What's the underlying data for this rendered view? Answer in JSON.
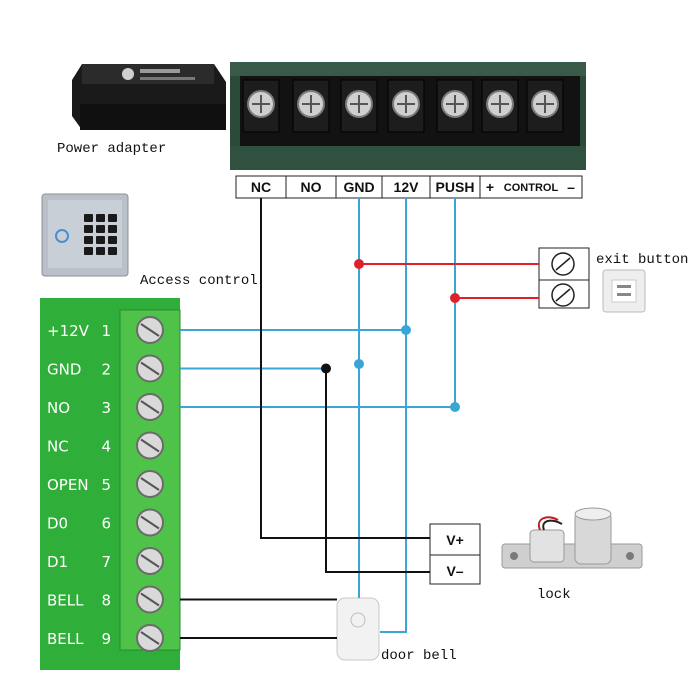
{
  "labels": {
    "power_adapter": "Power adapter",
    "access_control": "Access control",
    "exit_button": "exit button",
    "lock": "lock",
    "door_bell": "door bell"
  },
  "power_terminals": {
    "nc": "NC",
    "no": "NO",
    "gnd": "GND",
    "v12": "12V",
    "push": "PUSH",
    "plus": "+",
    "control": "CONTROL",
    "minus": "–"
  },
  "lock_terminals": {
    "vplus": "V+",
    "vminus": "V–"
  },
  "controller_pins": [
    {
      "name": "+12V",
      "num": "1"
    },
    {
      "name": "GND",
      "num": "2"
    },
    {
      "name": "NO",
      "num": "3"
    },
    {
      "name": "NC",
      "num": "4"
    },
    {
      "name": "OPEN",
      "num": "5"
    },
    {
      "name": "D0",
      "num": "6"
    },
    {
      "name": "D1",
      "num": "7"
    },
    {
      "name": "BELL",
      "num": "8"
    },
    {
      "name": "BELL",
      "num": "9"
    }
  ],
  "colors": {
    "wire_blue": "#3aa6d6",
    "wire_red": "#e0202a",
    "wire_black": "#111111",
    "pcb_green": "#2fae3a",
    "terminal_green": "#4fc24a"
  }
}
